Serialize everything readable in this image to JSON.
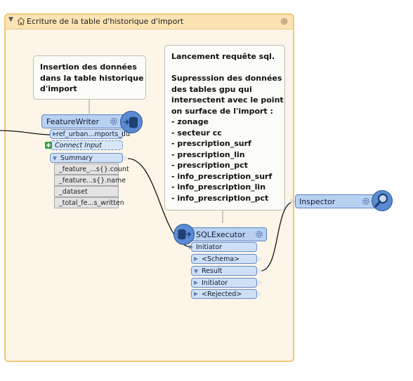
{
  "bookmark": {
    "title": "Ecriture de la table d'historique d'import",
    "color": "#f0c879"
  },
  "notes": {
    "insertion": "Insertion des données\ndans la table historique\nd'import",
    "lancement": "Lancement requête sql.\n\nSupresssion des données\ndes tables gpu qui\nintersectent avec le point\non surface de l'import :\n- zonage\n- secteur cc\n- prescription_surf\n- prescription_lin\n- prescription_pct\n- info_prescription_surf\n- info_prescription_lin\n- info_prescription_pct"
  },
  "featurewriter": {
    "title": "FeatureWriter",
    "input_port": "ref_urban...mports_du",
    "connect_input": "Connect Input",
    "summary_port": "Summary",
    "attributes": [
      "_feature_...s{}.count",
      "_feature...s{}.name",
      "_dataset",
      "_total_fe...s_written"
    ]
  },
  "sqlexecutor": {
    "title": "SQLExecutor",
    "input_port": "Initiator",
    "output_ports": [
      "<Schema>",
      "Result",
      "Initiator",
      "<Rejected>"
    ]
  },
  "inspector": {
    "title": "Inspector"
  },
  "icons": {
    "featurewriter": "database-write-icon",
    "sqlexecutor": "database-execute-icon",
    "inspector": "magnifier-icon"
  }
}
